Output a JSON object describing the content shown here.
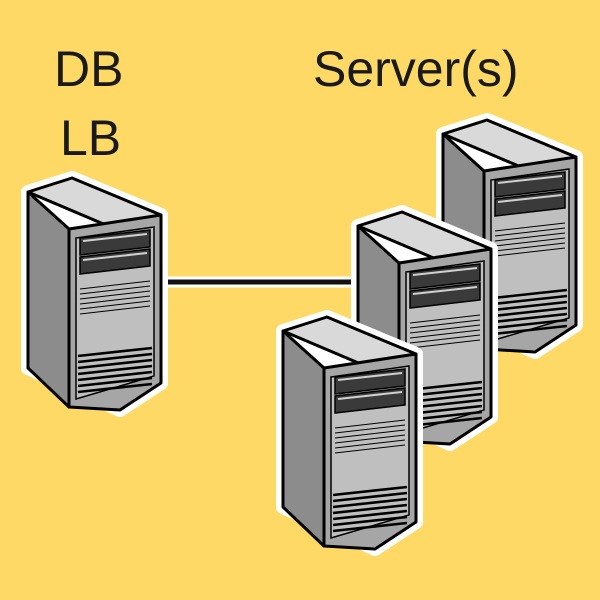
{
  "labels": {
    "db": "DB",
    "lb": "LB",
    "servers": "Server(s)"
  },
  "colors": {
    "background": "#FED966",
    "outline": "#000000",
    "halo": "#FFFFFF",
    "front_panel": "#A6A6A6",
    "side_panel": "#8C8C8C",
    "top_panel": "#D9D9D9",
    "bay_dark": "#3A3A3A",
    "bay_light": "#D0D0D0",
    "front_inset": "#BFBFBF",
    "connector": "#111111"
  },
  "nodes": [
    {
      "id": "db-lb-server",
      "icon": "server-tower-icon"
    },
    {
      "id": "app-server-back",
      "icon": "server-tower-icon"
    },
    {
      "id": "app-server-middle",
      "icon": "server-tower-icon"
    },
    {
      "id": "app-server-front",
      "icon": "server-tower-icon"
    }
  ],
  "connections": [
    {
      "from": "db-lb-server",
      "to": "app-server-middle"
    }
  ]
}
